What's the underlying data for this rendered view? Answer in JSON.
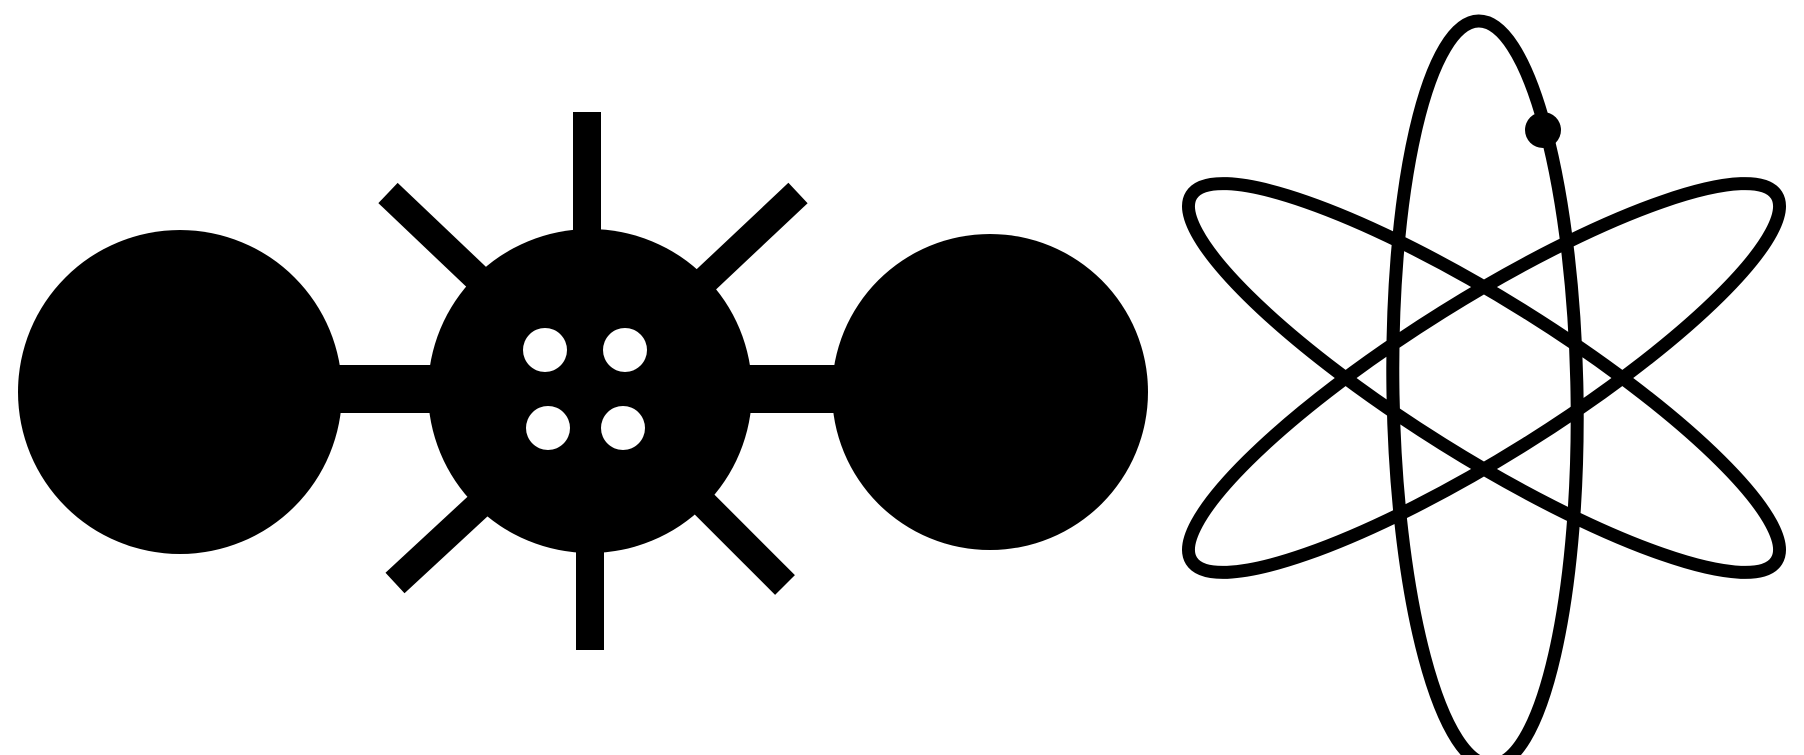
{
  "colors": {
    "background": "#ffffff",
    "ink": "#000000"
  },
  "figures": [
    {
      "name": "molecule-symbol",
      "parts": [
        "left-sphere",
        "connector-left",
        "central-sphere",
        "spokes",
        "holes",
        "connector-right",
        "right-sphere"
      ]
    },
    {
      "name": "atom-symbol",
      "parts": [
        "orbit-vertical",
        "orbit-rising",
        "orbit-falling",
        "electron"
      ]
    }
  ]
}
